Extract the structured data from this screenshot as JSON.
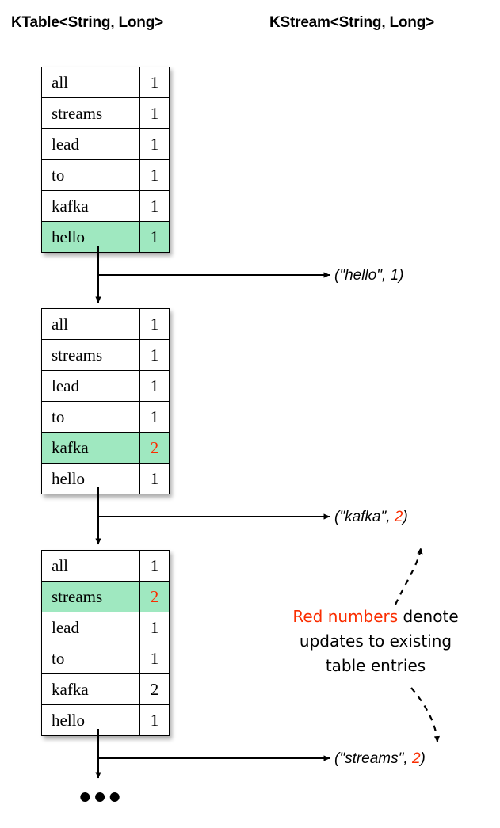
{
  "headers": {
    "ktable": "KTable<String, Long>",
    "kstream": "KStream<String, Long>"
  },
  "colors": {
    "highlight_green": "#9FE8C0",
    "update_red": "#FA2D00",
    "line_black": "#000000",
    "background": "#ffffff"
  },
  "tables": [
    {
      "id": "table-1",
      "rows": [
        {
          "key": "all",
          "value": "1",
          "highlighted": false,
          "value_red": false
        },
        {
          "key": "streams",
          "value": "1",
          "highlighted": false,
          "value_red": false
        },
        {
          "key": "lead",
          "value": "1",
          "highlighted": false,
          "value_red": false
        },
        {
          "key": "to",
          "value": "1",
          "highlighted": false,
          "value_red": false
        },
        {
          "key": "kafka",
          "value": "1",
          "highlighted": false,
          "value_red": false
        },
        {
          "key": "hello",
          "value": "1",
          "highlighted": true,
          "value_red": false
        }
      ]
    },
    {
      "id": "table-2",
      "rows": [
        {
          "key": "all",
          "value": "1",
          "highlighted": false,
          "value_red": false
        },
        {
          "key": "streams",
          "value": "1",
          "highlighted": false,
          "value_red": false
        },
        {
          "key": "lead",
          "value": "1",
          "highlighted": false,
          "value_red": false
        },
        {
          "key": "to",
          "value": "1",
          "highlighted": false,
          "value_red": false
        },
        {
          "key": "kafka",
          "value": "2",
          "highlighted": true,
          "value_red": true
        },
        {
          "key": "hello",
          "value": "1",
          "highlighted": false,
          "value_red": false
        }
      ]
    },
    {
      "id": "table-3",
      "rows": [
        {
          "key": "all",
          "value": "1",
          "highlighted": false,
          "value_red": false
        },
        {
          "key": "streams",
          "value": "2",
          "highlighted": true,
          "value_red": true
        },
        {
          "key": "lead",
          "value": "1",
          "highlighted": false,
          "value_red": false
        },
        {
          "key": "to",
          "value": "1",
          "highlighted": false,
          "value_red": false
        },
        {
          "key": "kafka",
          "value": "2",
          "highlighted": false,
          "value_red": false
        },
        {
          "key": "hello",
          "value": "1",
          "highlighted": false,
          "value_red": false
        }
      ]
    }
  ],
  "stream_records": [
    {
      "id": "rec-1",
      "prefix": "(\"hello\", ",
      "number": "1",
      "suffix": ")",
      "number_red": false
    },
    {
      "id": "rec-2",
      "prefix": "(\"kafka\", ",
      "number": "2",
      "suffix": ")",
      "number_red": true
    },
    {
      "id": "rec-3",
      "prefix": "(\"streams\", ",
      "number": "2",
      "suffix": ")",
      "number_red": true
    }
  ],
  "annotation": {
    "red_part": "Red numbers",
    "rest_line1": " denote",
    "line2": "updates to existing",
    "line3": "table entries"
  },
  "ellipsis": "•••"
}
